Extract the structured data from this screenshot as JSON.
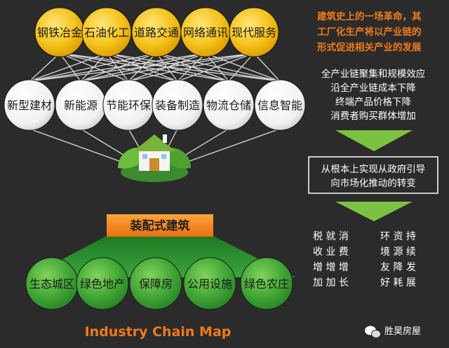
{
  "top_nodes": [
    "钢铁冶金",
    "石油化工",
    "道路交通",
    "网络通讯",
    "现代服务"
  ],
  "middle_nodes": [
    "新型建材",
    "新能源",
    "节能环保",
    "装备制造",
    "物流仓储",
    "信息智能"
  ],
  "center_label": "装配式建筑",
  "bottom_nodes": [
    "生态城区",
    "绿色地产",
    "保障房",
    "公用设施",
    "绿色农庄"
  ],
  "title": "Industry Chain Map",
  "side": {
    "heading_lines": [
      "建筑史上的一场革命，其",
      "工厂化生产将以产业链的",
      "形式促进相关产业的发展"
    ],
    "effects_lines": [
      "全产业链聚集和规模效应",
      "沿全产业链成本下降",
      "终端产品价格下降",
      "消费者购买群体增加"
    ],
    "box_lines": [
      "从根本上实现从政府引导",
      "向市场化推动的转变"
    ],
    "grid_rows": [
      "税 就 消",
      "收 业 费",
      "增 增 增",
      "加 加 长"
    ],
    "grid_rows_right": [
      "环 资 持",
      "境 源 续",
      "友 降 发",
      "好 耗 展"
    ]
  },
  "watermark": "胜昊房屋",
  "icons": [
    "house-leaf-icon",
    "wechat-icon"
  ],
  "colors": {
    "background": "#2b2b2b",
    "yellow": "#f5c21b",
    "green": "#2f9a37",
    "orange": "#f07a1c"
  }
}
